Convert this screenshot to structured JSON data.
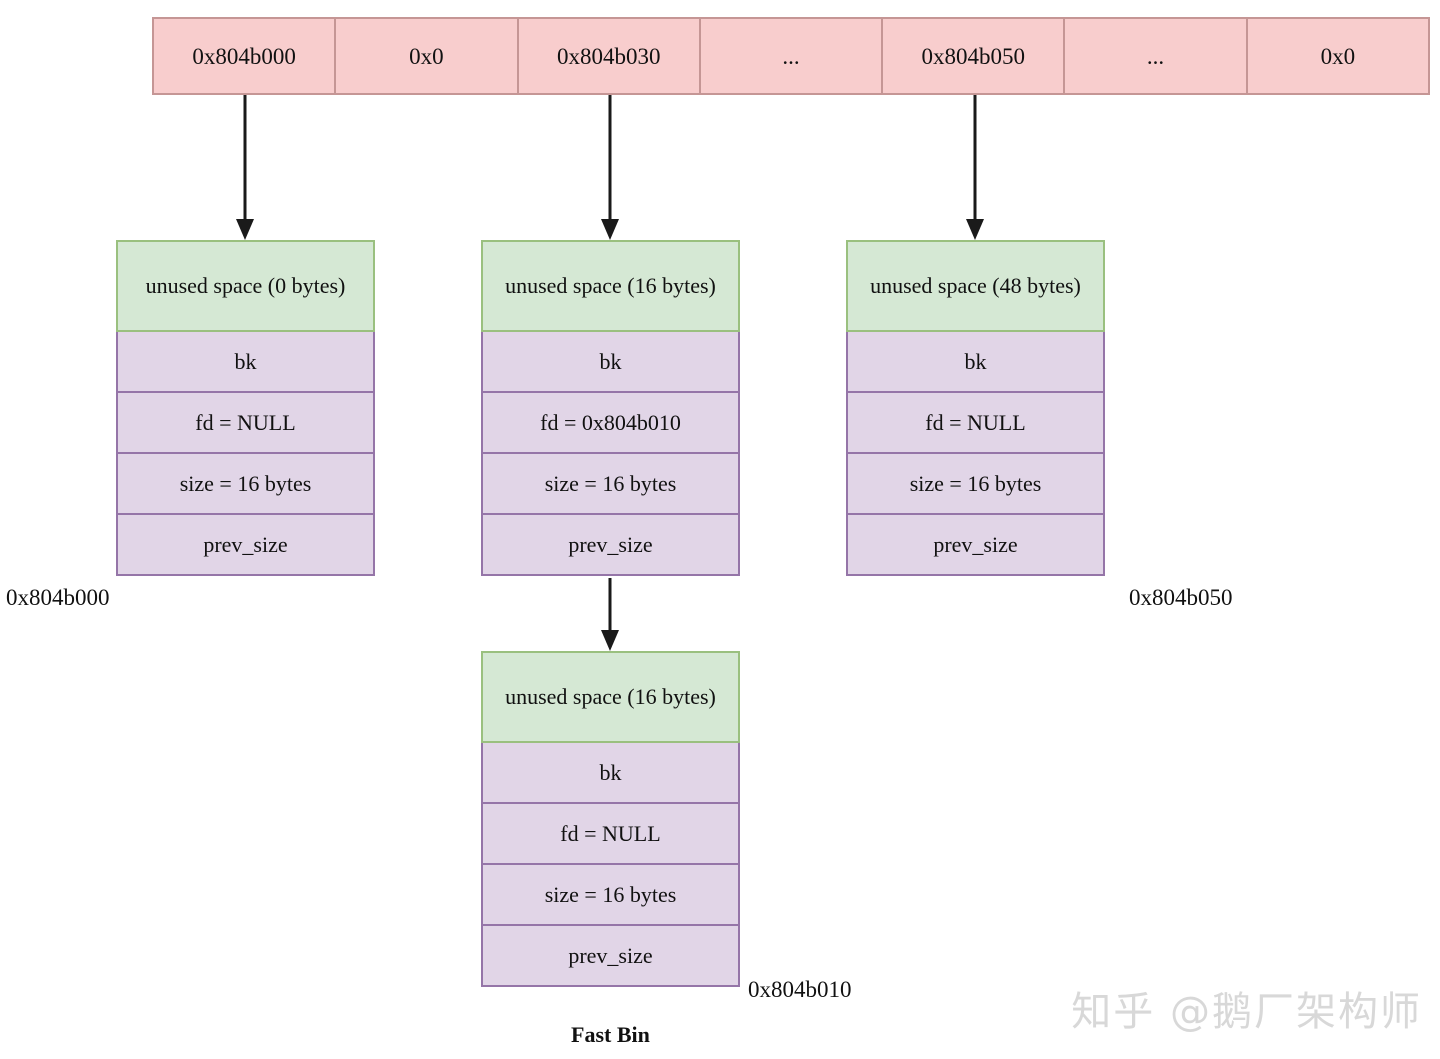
{
  "diagram": {
    "caption": "Fast Bin",
    "watermark": "知乎 @鹅厂架构师",
    "colors": {
      "array_fill": "#f8cdcd",
      "array_stroke": "#c59695",
      "unused_fill": "#d5e8d4",
      "unused_stroke": "#9ac07f",
      "field_fill": "#e1d5e7",
      "field_stroke": "#9575a8",
      "arrow": "#1a1a1a",
      "watermark": "#d8d8d8"
    },
    "fastbin_array": {
      "name": "fast-bin-pointer-array",
      "cells": [
        "0x804b000",
        "0x0",
        "0x804b030",
        "...",
        "0x804b050",
        "...",
        "0x0"
      ]
    },
    "chunks": [
      {
        "id": "chunk-1",
        "unused": "unused space (0 bytes)",
        "bk": "bk",
        "fd": "fd = NULL",
        "size": "size = 16 bytes",
        "prev_size": "prev_size"
      },
      {
        "id": "chunk-2",
        "unused": "unused space (16 bytes)",
        "bk": "bk",
        "fd": "fd = 0x804b010",
        "size": "size = 16 bytes",
        "prev_size": "prev_size"
      },
      {
        "id": "chunk-3",
        "unused": "unused space (48 bytes)",
        "bk": "bk",
        "fd": "fd = NULL",
        "size": "size = 16 bytes",
        "prev_size": "prev_size"
      },
      {
        "id": "chunk-4",
        "unused": "unused space (16 bytes)",
        "bk": "bk",
        "fd": "fd = NULL",
        "size": "size = 16 bytes",
        "prev_size": "prev_size"
      }
    ],
    "address_labels": {
      "left": "0x804b000",
      "right": "0x804b050",
      "bottom": "0x804b010"
    }
  }
}
